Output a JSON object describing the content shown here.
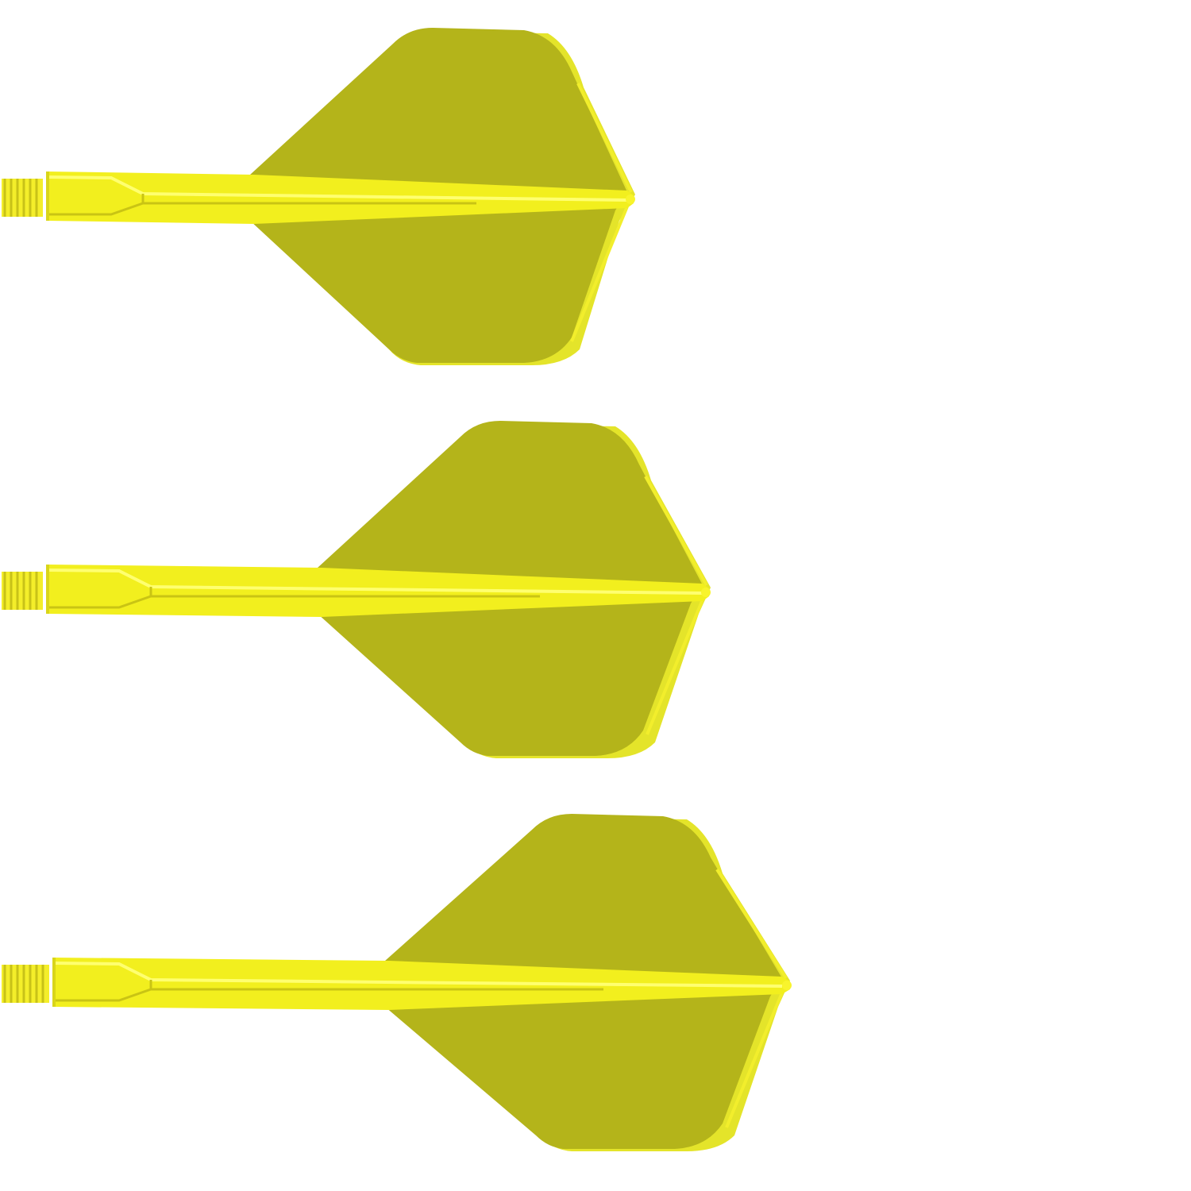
{
  "background_color": "#ffffff",
  "colors": {
    "flight_fill": "#b4b41a",
    "flight_edge": "#e4e42a",
    "shaft_fill": "#f2ef1e",
    "shaft_highlight": "#ffff6a",
    "shaft_shadow": "#c9c414",
    "thread": "#f4ee2a"
  },
  "darts": [
    {
      "name": "dart-short",
      "shaft_length": "short",
      "icon": "dart-flight-shaft-icon"
    },
    {
      "name": "dart-medium",
      "shaft_length": "medium",
      "icon": "dart-flight-shaft-icon"
    },
    {
      "name": "dart-long",
      "shaft_length": "long",
      "icon": "dart-flight-shaft-icon"
    }
  ]
}
